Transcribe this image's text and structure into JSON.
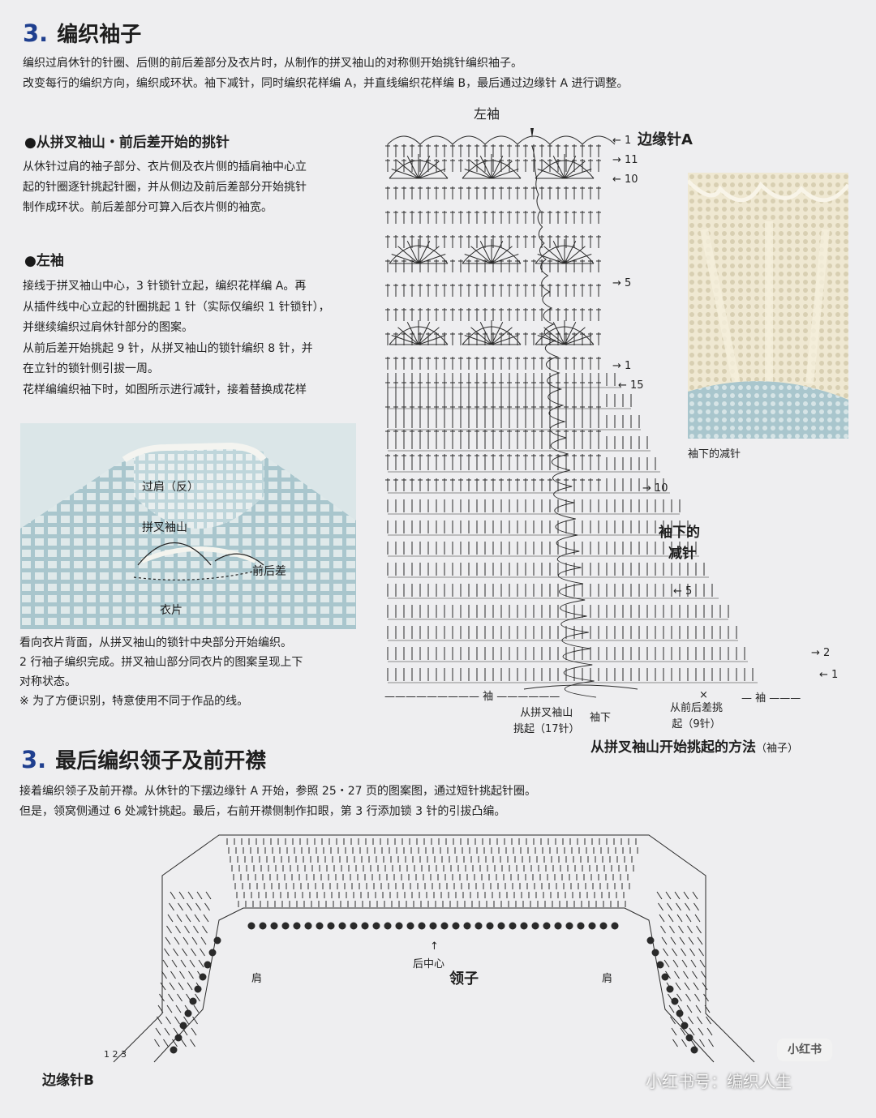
{
  "section1": {
    "number": "3.",
    "title": "编织袖子",
    "intro_lines": [
      "编织过肩休针的针圈、后侧的前后差部分及衣片时，从制作的拼叉袖山的对称侧开始挑针编织袖子。",
      "改变每行的编织方向，编织成环状。袖下减针，同时编织花样编 A，并直线编织花样编 B，最后通过边缘针 A 进行调整。"
    ]
  },
  "pickup": {
    "heading": "从拼叉袖山・前后差开始的挑针",
    "lines": [
      "从休针过肩的袖子部分、衣片侧及衣片侧的插肩袖中心立",
      "起的针圈逐针挑起针圈，并从侧边及前后差部分开始挑针",
      "制作成环状。前后差部分可算入后衣片侧的袖宽。"
    ]
  },
  "left_sleeve": {
    "heading": "左袖",
    "lines": [
      "接线于拼叉袖山中心，3 针锁针立起，编织花样编 A。再",
      "从插件线中心立起的针圈挑起 1 针（实际仅编织 1 针锁针），",
      "并继续编织过肩休针部分的图案。",
      "从前后差开始挑起 9 针，从拼叉袖山的锁针编织 8 针，并",
      "在立针的锁针侧引拔一周。",
      "花样编编织袖下时，如图所示进行减针，接着替换成花样"
    ]
  },
  "photo_labels": {
    "yoke": "过肩（反）",
    "gusset": "拼叉袖山",
    "diff": "前后差",
    "body": "衣片"
  },
  "photo_caption": [
    "看向衣片背面，从拼叉袖山的锁针中央部分开始编织。",
    "2 行袖子编织完成。拼叉袖山部分同衣片的图案呈现上下",
    "对称状态。",
    "※ 为了方便识别，特意使用不同于作品的线。"
  ],
  "sleeve_chart": {
    "title": "左袖",
    "edge_label": "边缘针A",
    "row_marks": {
      "top1": "1",
      "r11": "11",
      "r10": "10",
      "r5": "5",
      "r1": "1",
      "r15": "15",
      "r10b": "10",
      "r5b": "5",
      "r2": "2",
      "r1b": "1"
    },
    "decrease_label_1": "袖下的",
    "decrease_label_2": "减针",
    "bottom_left": "袖",
    "bottom_right": "袖",
    "pickup_gusset_1": "从拼叉袖山",
    "pickup_gusset_2": "挑起（17针）",
    "underarm": "袖下",
    "pickup_diff_1": "从前后差挑",
    "pickup_diff_2": "起（9针）",
    "cross_mark": "×",
    "method_title": "从拼叉袖山开始挑起的方法",
    "method_sub": "（袖子）"
  },
  "photo2_caption": "袖下的减针",
  "section2": {
    "number": "3.",
    "title": "最后编织领子及前开襟",
    "intro_lines": [
      "接着编织领子及前开襟。从休针的下摆边缘针 A 开始，参照 25・27 页的图案图，通过短针挑起针圈。",
      "但是，领窝侧通过 6 处减针挑起。最后，右前开襟侧制作扣眼，第 3 行添加锁 3 针的引拔凸编。"
    ]
  },
  "collar_chart": {
    "back_center": "后中心",
    "collar": "领子",
    "shoulder_left": "肩",
    "shoulder_right": "肩",
    "edge_b": "边缘针B",
    "rows": [
      "1",
      "2",
      "3"
    ]
  },
  "watermark": {
    "badge": "小红书",
    "text": "小红书号：编织人生"
  },
  "colors": {
    "heading_number": "#1f3f8f",
    "page_bg": "#eeeef0",
    "photo_blue": "#b8d3d8",
    "photo_cream": "#e8e0c8",
    "chart_ink": "#2a2a2a"
  }
}
